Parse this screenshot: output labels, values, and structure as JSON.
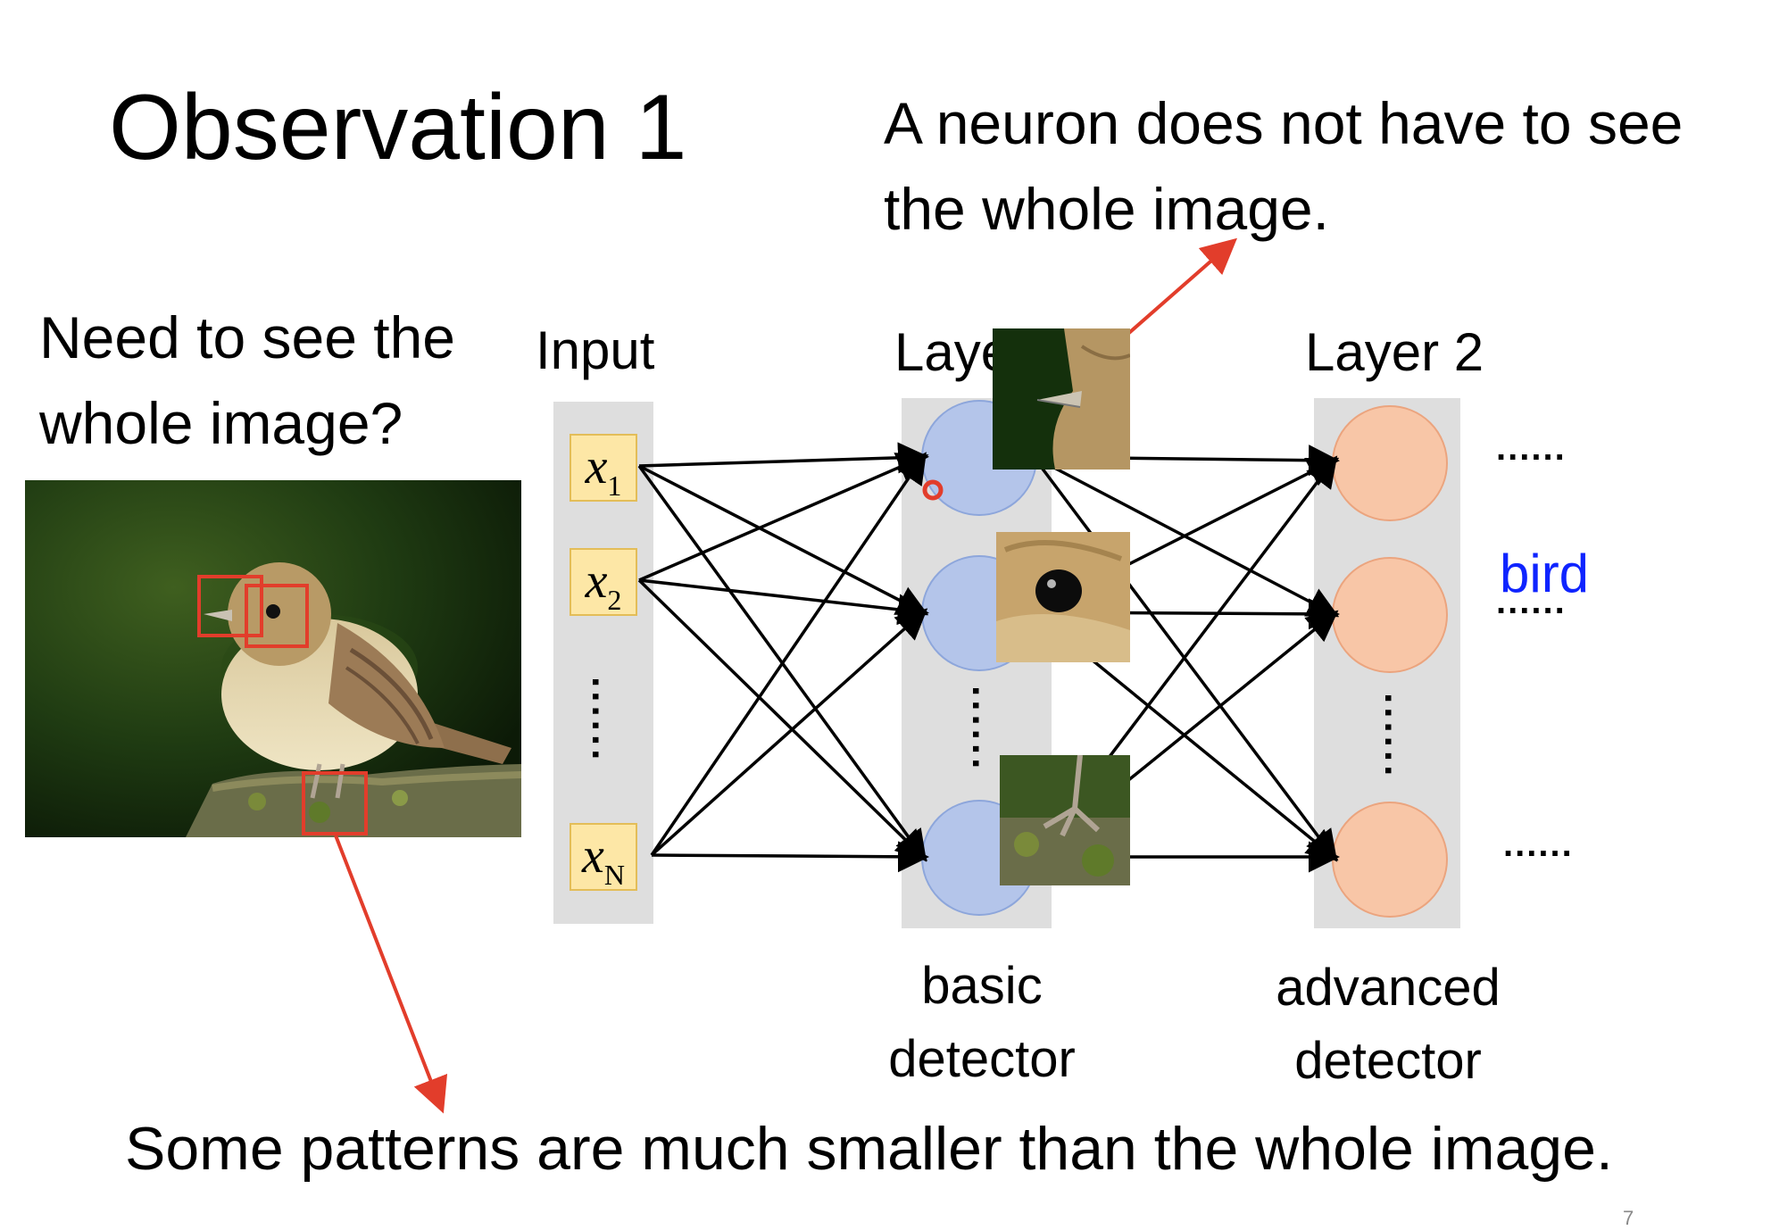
{
  "title": "Observation 1",
  "neuron_note": "A neuron does not have to see the whole image.",
  "question": "Need to see the whole image?",
  "bottom_note": "Some patterns are much smaller than the whole image.",
  "input_title": "Input",
  "layer1_title": "Layer 1",
  "layer2_title": "Layer 2",
  "inputs": [
    {
      "var": "x",
      "sub": "1"
    },
    {
      "var": "x",
      "sub": "2"
    },
    {
      "var": "x",
      "sub": "N"
    }
  ],
  "dots": "......",
  "basic_label": "basic detector",
  "advanced_label": "advanced detector",
  "bird_label": "bird",
  "page_number": "7",
  "colors": {
    "input_box": "#fde7a6",
    "layer1_node": "#b4c5ea",
    "layer2_node": "#f8c6a7",
    "column_bg": "#dedede",
    "arrow_red": "#e23d2b",
    "bird_text": "#0f24ff"
  }
}
